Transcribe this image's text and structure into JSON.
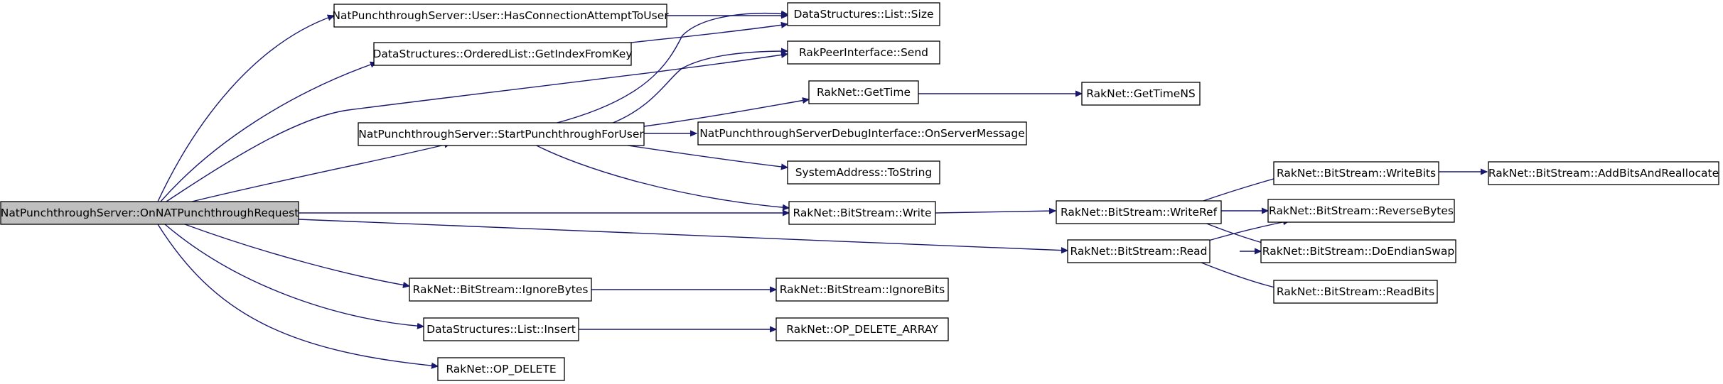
{
  "diagram": {
    "type": "call-graph",
    "colors": {
      "edge": "#191970",
      "root_fill": "#bfbfbf",
      "node_fill": "#ffffff",
      "node_border": "#000000"
    },
    "nodes": [
      {
        "id": "root",
        "label": "NatPunchthroughServer::OnNATPunchthroughRequest",
        "root": true
      },
      {
        "id": "hasconn",
        "label": "NatPunchthroughServer::User::HasConnectionAttemptToUser"
      },
      {
        "id": "getindex",
        "label": "DataStructures::OrderedList::GetIndexFromKey"
      },
      {
        "id": "startpunch",
        "label": "NatPunchthroughServer::StartPunchthroughForUser"
      },
      {
        "id": "ignorebytes",
        "label": "RakNet::BitStream::IgnoreBytes"
      },
      {
        "id": "insert",
        "label": "DataStructures::List::Insert"
      },
      {
        "id": "opdelete",
        "label": "RakNet::OP_DELETE"
      },
      {
        "id": "listsize",
        "label": "DataStructures::List::Size"
      },
      {
        "id": "send",
        "label": "RakPeerInterface::Send"
      },
      {
        "id": "gettime",
        "label": "RakNet::GetTime"
      },
      {
        "id": "onservermsg",
        "label": "NatPunchthroughServerDebugInterface::OnServerMessage"
      },
      {
        "id": "tostring",
        "label": "SystemAddress::ToString"
      },
      {
        "id": "write",
        "label": "RakNet::BitStream::Write"
      },
      {
        "id": "ignorebits",
        "label": "RakNet::BitStream::IgnoreBits"
      },
      {
        "id": "opdeletearray",
        "label": "RakNet::OP_DELETE_ARRAY"
      },
      {
        "id": "gettimens",
        "label": "RakNet::GetTimeNS"
      },
      {
        "id": "writeref",
        "label": "RakNet::BitStream::WriteRef"
      },
      {
        "id": "read",
        "label": "RakNet::BitStream::Read"
      },
      {
        "id": "writebits",
        "label": "RakNet::BitStream::WriteBits"
      },
      {
        "id": "reversebytes",
        "label": "RakNet::BitStream::ReverseBytes"
      },
      {
        "id": "doendianswap",
        "label": "RakNet::BitStream::DoEndianSwap"
      },
      {
        "id": "readbits",
        "label": "RakNet::BitStream::ReadBits"
      },
      {
        "id": "addbits",
        "label": "RakNet::BitStream::AddBitsAndReallocate"
      }
    ],
    "edges": [
      {
        "from": "root",
        "to": "hasconn"
      },
      {
        "from": "root",
        "to": "getindex"
      },
      {
        "from": "root",
        "to": "send"
      },
      {
        "from": "root",
        "to": "startpunch"
      },
      {
        "from": "root",
        "to": "write"
      },
      {
        "from": "root",
        "to": "read"
      },
      {
        "from": "root",
        "to": "ignorebytes"
      },
      {
        "from": "root",
        "to": "insert"
      },
      {
        "from": "root",
        "to": "opdelete"
      },
      {
        "from": "hasconn",
        "to": "listsize"
      },
      {
        "from": "getindex",
        "to": "listsize"
      },
      {
        "from": "startpunch",
        "to": "listsize"
      },
      {
        "from": "startpunch",
        "to": "send"
      },
      {
        "from": "startpunch",
        "to": "gettime"
      },
      {
        "from": "startpunch",
        "to": "onservermsg"
      },
      {
        "from": "startpunch",
        "to": "tostring"
      },
      {
        "from": "startpunch",
        "to": "write"
      },
      {
        "from": "gettime",
        "to": "gettimens"
      },
      {
        "from": "write",
        "to": "writeref"
      },
      {
        "from": "writeref",
        "to": "writebits"
      },
      {
        "from": "writeref",
        "to": "reversebytes"
      },
      {
        "from": "writeref",
        "to": "doendianswap"
      },
      {
        "from": "writebits",
        "to": "addbits"
      },
      {
        "from": "read",
        "to": "reversebytes"
      },
      {
        "from": "read",
        "to": "doendianswap"
      },
      {
        "from": "read",
        "to": "readbits"
      },
      {
        "from": "ignorebytes",
        "to": "ignorebits"
      },
      {
        "from": "insert",
        "to": "opdeletearray"
      }
    ]
  }
}
